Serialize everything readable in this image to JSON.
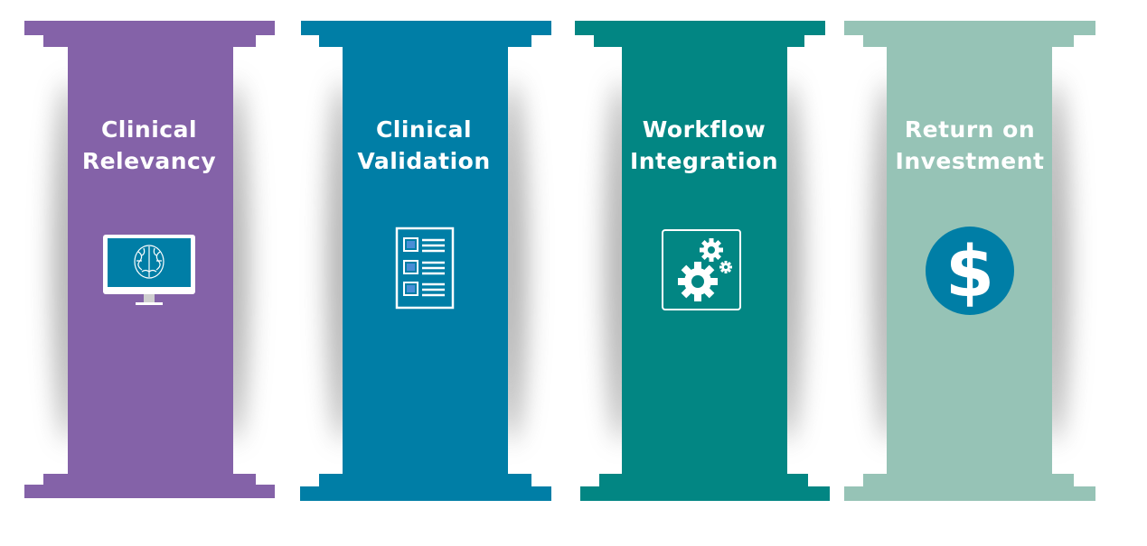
{
  "colors": {
    "pillar1": "#8462a8",
    "pillar2": "#007ea6",
    "pillar3": "#028683",
    "pillar4": "#96c3b6",
    "icon_fill": "#ffffff",
    "dollar_circle": "#007ea6"
  },
  "pillars": [
    {
      "line1": "Clinical",
      "line2": "Relevancy",
      "icon": "monitor-brain-icon"
    },
    {
      "line1": "Clinical",
      "line2": "Validation",
      "icon": "checklist-icon"
    },
    {
      "line1": "Workflow",
      "line2": "Integration",
      "icon": "gears-icon"
    },
    {
      "line1": "Return on",
      "line2": "Investment",
      "icon": "dollar-icon"
    }
  ]
}
